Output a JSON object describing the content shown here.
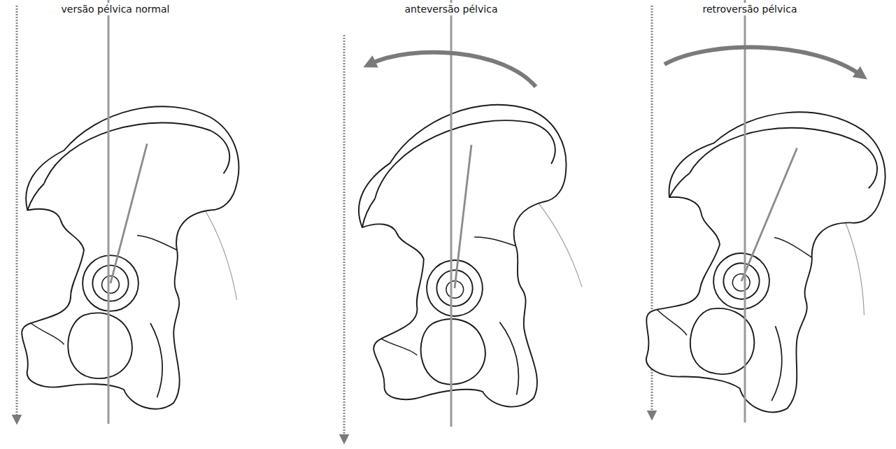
{
  "diagram": {
    "labels": [
      "versão pélvica normal",
      "anteversão pélvica",
      "retroversão pélvica"
    ]
  }
}
